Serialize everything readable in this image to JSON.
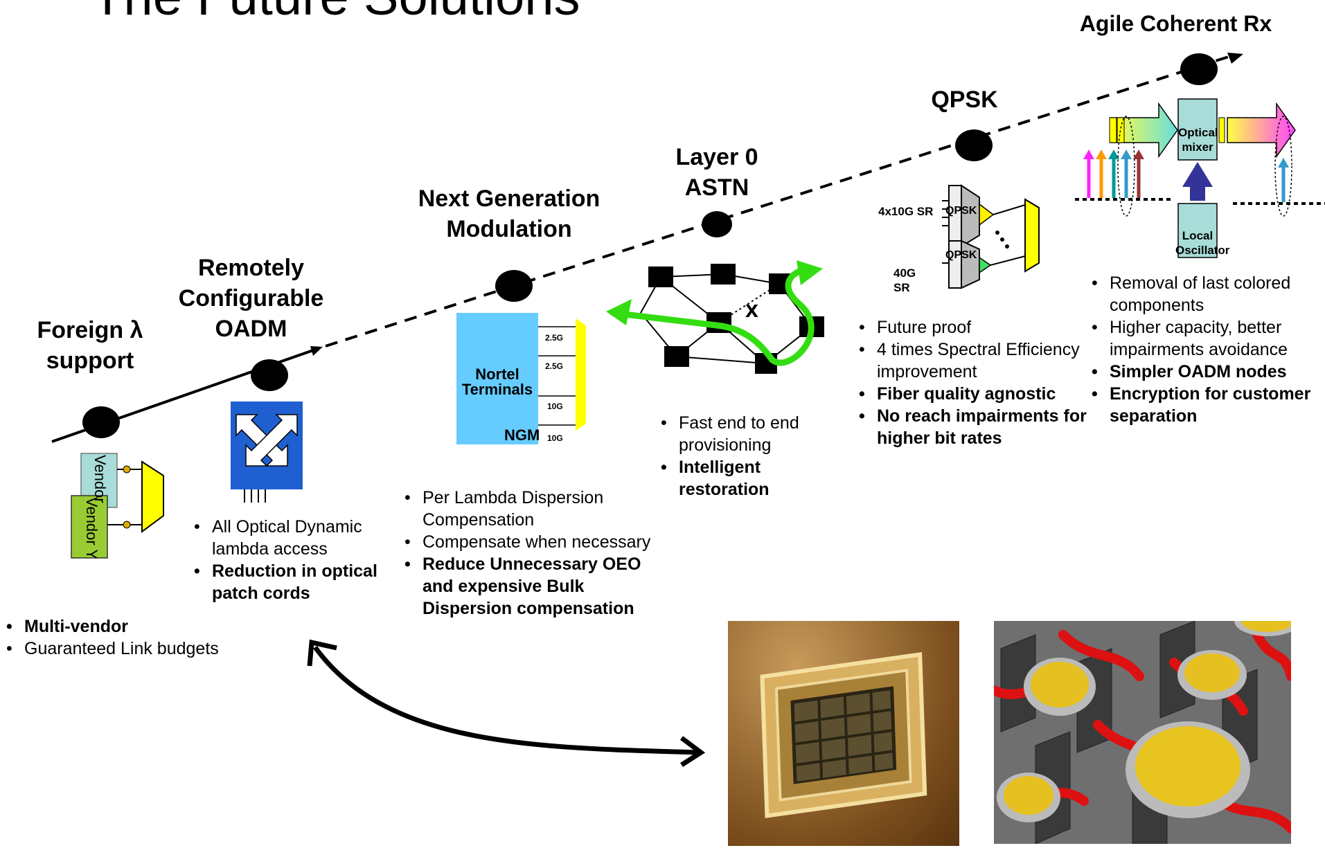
{
  "slide": {
    "title": "The Future Solutions"
  },
  "milestones": {
    "foreign": {
      "label_lines": [
        "Foreign λ",
        "support"
      ]
    },
    "roadm": {
      "label_lines": [
        "Remotely",
        "Configurable",
        "OADM"
      ]
    },
    "ngm": {
      "label_lines": [
        "Next Generation",
        "Modulation"
      ]
    },
    "astn": {
      "label_lines": [
        "Layer 0",
        "ASTN"
      ]
    },
    "qpsk": {
      "label_lines": [
        "QPSK"
      ]
    },
    "coherent": {
      "label_lines": [
        "Agile Coherent Rx"
      ]
    }
  },
  "bullets": {
    "foreign": [
      {
        "text": "Multi-vendor",
        "bold": true
      },
      {
        "text": "Guaranteed Link budgets",
        "bold": false
      }
    ],
    "roadm": [
      {
        "text": "All Optical Dynamic lambda access",
        "bold": false
      },
      {
        "text": "Reduction in optical patch cords",
        "bold": true
      }
    ],
    "ngm": [
      {
        "text": "Per Lambda Dispersion Compensation",
        "bold": false
      },
      {
        "text": "Compensate when necessary",
        "bold": false
      },
      {
        "text": "Reduce Unnecessary OEO and expensive Bulk Dispersion compensation",
        "bold": true
      }
    ],
    "astn": [
      {
        "text": "Fast end to end provisioning",
        "bold": false
      },
      {
        "text": "Intelligent restoration",
        "bold": true
      }
    ],
    "qpsk": [
      {
        "text": "Future proof",
        "bold": false
      },
      {
        "text": "4 times Spectral Efficiency improvement",
        "bold": false
      },
      {
        "text": "Fiber quality agnostic",
        "bold": true
      },
      {
        "text": "No reach impairments for higher bit rates",
        "bold": true
      }
    ],
    "coherent": [
      {
        "text": "Removal of last colored components",
        "bold": false
      },
      {
        "text": "Higher capacity, better impairments avoidance",
        "bold": false
      },
      {
        "text": "Simpler OADM nodes",
        "bold": true
      },
      {
        "text": "Encryption for customer separation",
        "bold": true
      }
    ]
  },
  "diagram_labels": {
    "vendor_x": "Vendor x",
    "vendor_y": "Vendor Y",
    "nortel_terminals": "Nortel Terminals",
    "ngm_tag": "NGM",
    "rates": [
      "2.5G",
      "2.5G",
      "10G",
      "10G"
    ],
    "fail_mark": "x",
    "qpsk_in_top": "4x10G SR",
    "qpsk_in_bottom": "40G SR",
    "qpsk_block": "QPSK",
    "optical_mixer": "Optical mixer",
    "local_oscillator": "Local Oscillator"
  },
  "colors": {
    "terminal_blue": "#66ccff",
    "mux_yellow": "#ffff00",
    "roadm_blue": "#1f5fd0",
    "vendor_x_fill": "#a8dcd8",
    "vendor_y_fill": "#99cc33",
    "path_green": "#33dd11",
    "mixer_fill": "#a8dcd8",
    "oscillator_arrow": "#333399"
  }
}
